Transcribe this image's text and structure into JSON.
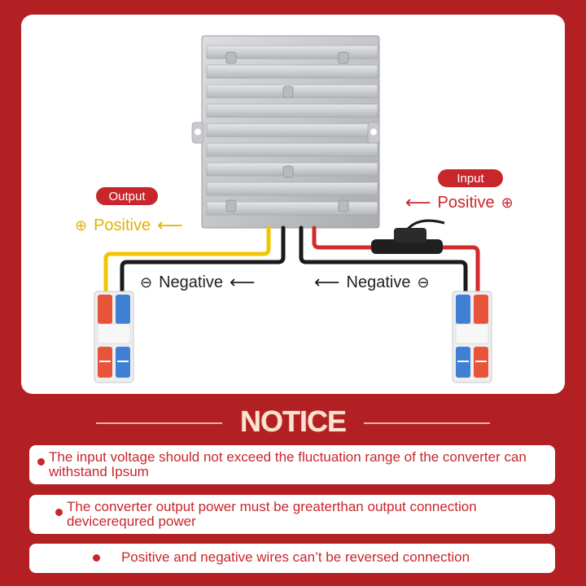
{
  "labels": {
    "output_pill": "Output",
    "input_pill": "Input",
    "output_positive": "Positive",
    "output_negative": "Negative",
    "input_positive": "Positive",
    "input_negative": "Negative"
  },
  "symbols": {
    "plus": "⊕",
    "minus": "⊖",
    "arrow_left": "⟵"
  },
  "notice": {
    "title": "NOTICE",
    "items": [
      "The input voltage should not exceed the fluctuation range of the converter can withstand Ipsum",
      "The converter output power must be greaterthan output connection devicerequred power",
      "Positive and negative wires can’t be reversed connection"
    ]
  },
  "colors": {
    "background": "#b32024",
    "accent_red": "#c9262b",
    "wire_yellow": "#f2c500",
    "wire_black": "#1a1a1a",
    "wire_red": "#d42a2a",
    "notice_title": "#fbe3cf"
  }
}
